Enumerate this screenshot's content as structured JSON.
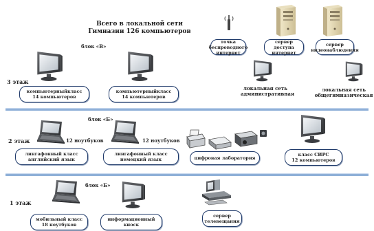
{
  "title_line1": "Всего в локальной сети",
  "title_line2": "Гимназии 126 компьютеров",
  "floors": {
    "third": "3 этаж",
    "second": "2 этаж",
    "first": "1 этаж"
  },
  "blocks": {
    "v": "блок «В»",
    "b_second": "блок «Б»",
    "b_first": "блок «Б»"
  },
  "top_right": {
    "wireless": "точка беспроводного\nинтернет",
    "server_access": "сервер доступа\nинтернет",
    "server_video": "сервер\nвидеонаблюдения",
    "lan_admin": "локальная сеть\nадминистративная",
    "lan_general": "локальная сеть\nобщегимназическая"
  },
  "third_floor": {
    "class1": "компьютерныйкласс\n14 компьютеров",
    "class2": "компьютерныйкласс\n14 компьютеров"
  },
  "second_floor": {
    "laptops1": "12 ноутбуков",
    "laptops2": "12 ноутбуков",
    "english": "лингафонный класс\nанглийский язык",
    "german": "лингафонный класс\nнемецкий язык",
    "digital_lab": "цифровая лаборатория",
    "sirs": "класс СИРС\n12 компьютеров"
  },
  "first_floor": {
    "mobile": "мобильный класс\n18 ноутбуков",
    "kiosk": "информационный\nкиоск",
    "tv_server": "сервер\nтелевещания"
  },
  "colors": {
    "box_border": "#1f3a6a",
    "separator": "#8fb0d8"
  }
}
